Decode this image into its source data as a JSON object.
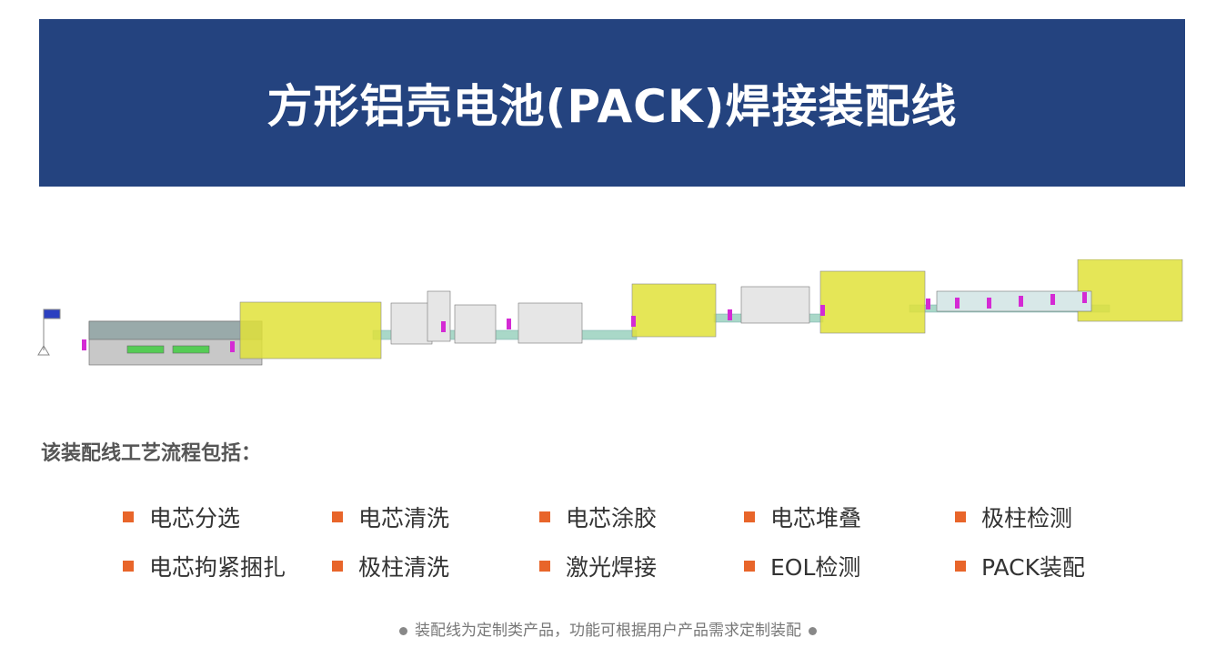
{
  "banner": {
    "title": "方形铝壳电池(PACK)焊接装配线"
  },
  "process": {
    "heading": "该装配线工艺流程包括：",
    "items": [
      "电芯分选",
      "电芯清洗",
      "电芯涂胶",
      "电芯堆叠",
      "极柱检测",
      "电芯拘紧捆扎",
      "极柱清洗",
      "激光焊接",
      "EOL检测",
      "PACK装配"
    ]
  },
  "footer": {
    "note": "装配线为定制类产品，功能可根据用户产品需求定制装配"
  },
  "colors": {
    "banner": "#24437f",
    "bullet": "#e8652a"
  }
}
